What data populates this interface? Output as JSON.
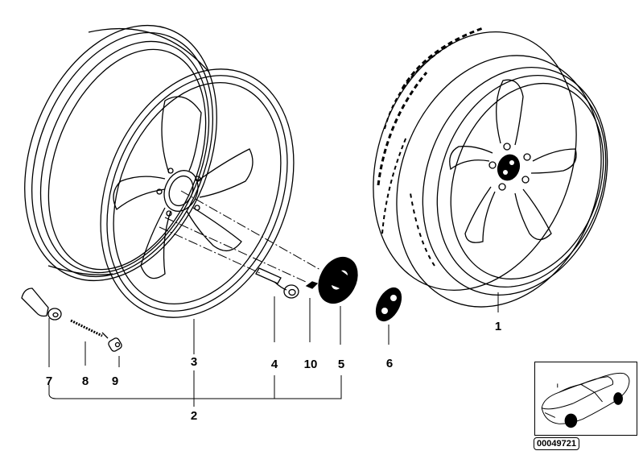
{
  "diagram": {
    "title": "Light alloy wheel assembly (star spoke) — exploded parts view",
    "parts": [
      {
        "number": "1",
        "name": "Complete wheel with tire"
      },
      {
        "number": "2",
        "name": "Light alloy rim assembly (group bracket)"
      },
      {
        "number": "3",
        "name": "Light alloy rim"
      },
      {
        "number": "4",
        "name": "Wheel bolt"
      },
      {
        "number": "5",
        "name": "Hub cap"
      },
      {
        "number": "6",
        "name": "Emblem badge"
      },
      {
        "number": "7",
        "name": "Tire valve"
      },
      {
        "number": "8",
        "name": "Valve insert"
      },
      {
        "number": "9",
        "name": "Valve cap"
      },
      {
        "number": "10",
        "name": "Balance weight"
      }
    ],
    "labels": {
      "p1": "1",
      "p2": "2",
      "p3": "3",
      "p4": "4",
      "p5": "5",
      "p6": "6",
      "p7": "7",
      "p8": "8",
      "p9": "9",
      "p10": "10"
    },
    "reference_number": "00049721",
    "colors": {
      "ink": "#000000",
      "paper": "#ffffff"
    }
  }
}
